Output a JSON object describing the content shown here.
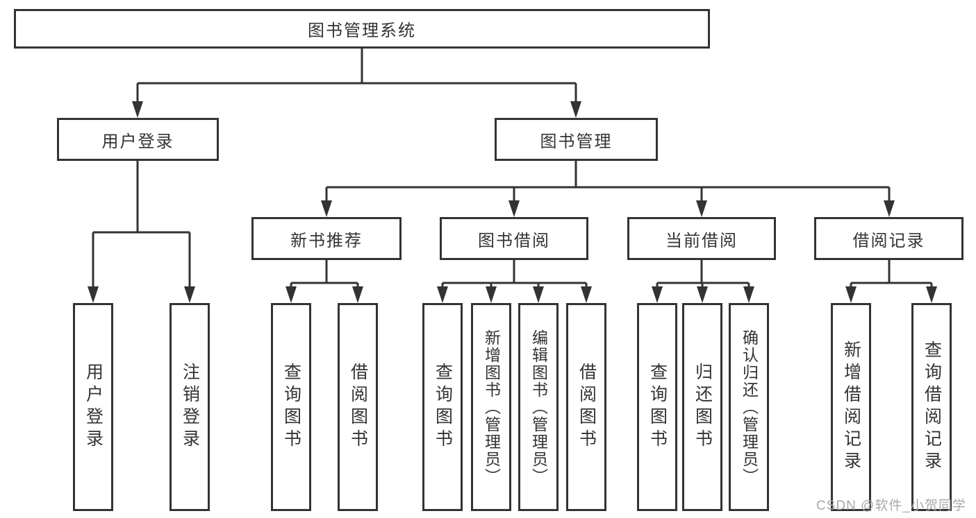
{
  "colors": {
    "line": "#333333",
    "box_border": "#333333",
    "text": "#333333",
    "watermark": "#a8a8a8",
    "background": "#ffffff"
  },
  "tree": {
    "label": "图书管理系统",
    "children": [
      {
        "label": "用户登录",
        "children": [
          {
            "label": "用户登录"
          },
          {
            "label": "注销登录"
          }
        ]
      },
      {
        "label": "图书管理",
        "children": [
          {
            "label": "新书推荐",
            "children": [
              {
                "label": "查询图书"
              },
              {
                "label": "借阅图书"
              }
            ]
          },
          {
            "label": "图书借阅",
            "children": [
              {
                "label": "查询图书"
              },
              {
                "label": "新增图书（管理员）"
              },
              {
                "label": "编辑图书（管理员）"
              },
              {
                "label": "借阅图书"
              }
            ]
          },
          {
            "label": "当前借阅",
            "children": [
              {
                "label": "查询图书"
              },
              {
                "label": "归还图书"
              },
              {
                "label": "确认归还（管理员）"
              }
            ]
          },
          {
            "label": "借阅记录",
            "children": [
              {
                "label": "新增借阅记录"
              },
              {
                "label": "查询借阅记录"
              }
            ]
          }
        ]
      }
    ]
  },
  "watermark": {
    "text": "CSDN @软件_小贺同学"
  }
}
